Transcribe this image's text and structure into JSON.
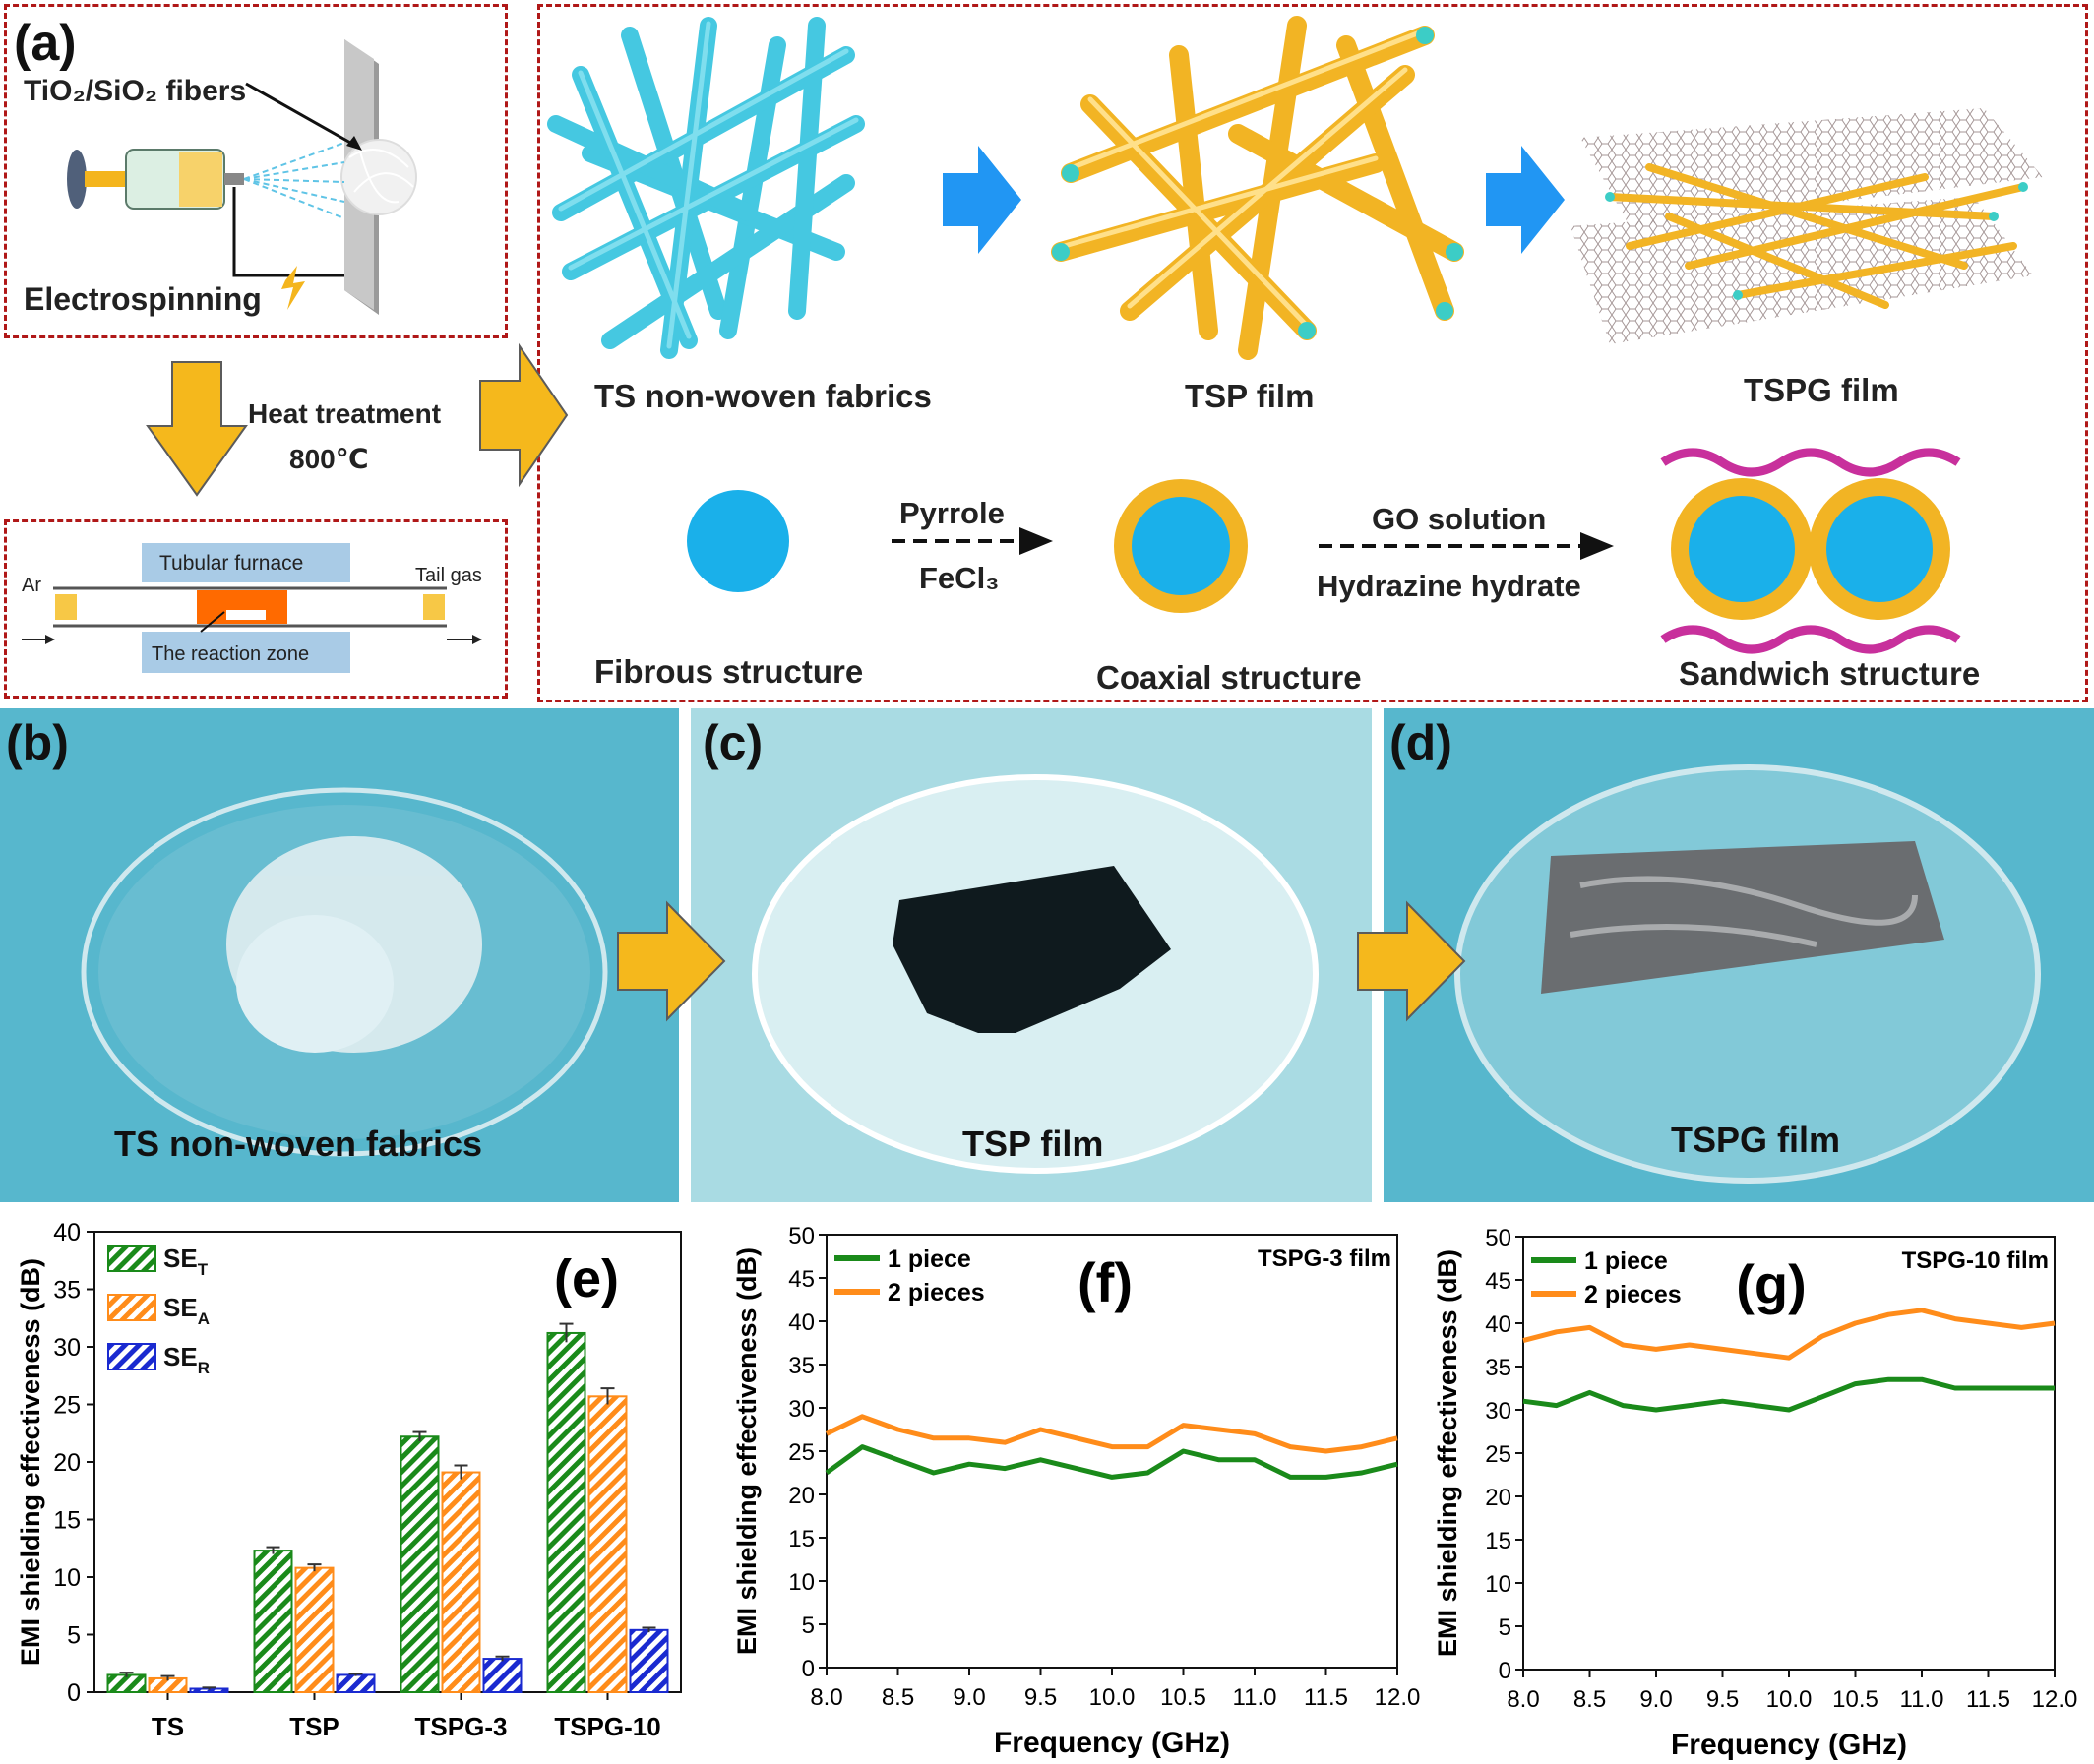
{
  "panel_a": {
    "label": "(a)",
    "fibers_label": "TiO₂/SiO₂ fibers",
    "electrospinning_label": "Electrospinning",
    "heat_treatment": "Heat treatment",
    "temperature": "800℃",
    "furnace": {
      "title": "Tubular furnace",
      "inlet": "Ar",
      "outlet": "Tail gas",
      "zone": "The reaction zone"
    },
    "stages": [
      "TS non-woven fabrics",
      "TSP film",
      "TSPG film"
    ],
    "structures": [
      "Fibrous structure",
      "Coaxial structure",
      "Sandwich structure"
    ],
    "step1": {
      "above": "Pyrrole",
      "below": "FeCl₃"
    },
    "step2": {
      "above": "GO solution",
      "below": "Hydrazine hydrate"
    }
  },
  "photos": [
    {
      "label": "(b)",
      "caption": "TS non-woven fabrics"
    },
    {
      "label": "(c)",
      "caption": "TSP film"
    },
    {
      "label": "(d)",
      "caption": "TSPG film"
    }
  ],
  "colors": {
    "dashed_border": "#b01818",
    "arrow_gold": "#f5b81c",
    "arrow_blue": "#2196f3",
    "fiber_cyan": "#3cc6e0",
    "fiber_gold": "#f2b424",
    "green": "#1a8a1a",
    "orange": "#ff8c1a",
    "blue": "#1a2ad0",
    "photo_bg": "#57b7cd"
  },
  "chart_data": [
    {
      "id": "e",
      "panel_label": "(e)",
      "type": "bar",
      "categories": [
        "TS",
        "TSP",
        "TSPG-3",
        "TSPG-10"
      ],
      "series": [
        {
          "name": "SE_T",
          "values": [
            1.5,
            12.3,
            22.2,
            31.2
          ],
          "errors": [
            0.2,
            0.3,
            0.4,
            0.8
          ],
          "color": "#1a8a1a"
        },
        {
          "name": "SE_A",
          "values": [
            1.2,
            10.8,
            19.1,
            25.7
          ],
          "errors": [
            0.2,
            0.3,
            0.6,
            0.7
          ],
          "color": "#ff8c1a"
        },
        {
          "name": "SE_R",
          "values": [
            0.3,
            1.5,
            2.9,
            5.4
          ],
          "errors": [
            0.1,
            0.1,
            0.2,
            0.2
          ],
          "color": "#1a2ad0"
        }
      ],
      "ylabel": "EMI shielding effectiveness (dB)",
      "ylim": [
        0,
        40
      ],
      "yticks": [
        0,
        5,
        10,
        15,
        20,
        25,
        30,
        35,
        40
      ],
      "legend_position": "top-left"
    },
    {
      "id": "f",
      "panel_label": "(f)",
      "type": "line",
      "annotation": "TSPG-3 film",
      "xlabel": "Frequency (GHz)",
      "ylabel": "EMI shielding effectiveness (dB)",
      "xlim": [
        8.0,
        12.0
      ],
      "ylim": [
        0,
        50
      ],
      "xticks": [
        "8.0",
        "8.5",
        "9.0",
        "9.5",
        "10.0",
        "10.5",
        "11.0",
        "11.5",
        "12.0"
      ],
      "yticks": [
        0,
        5,
        10,
        15,
        20,
        25,
        30,
        35,
        40,
        45,
        50
      ],
      "x": [
        8.0,
        8.25,
        8.5,
        8.75,
        9.0,
        9.25,
        9.5,
        9.75,
        10.0,
        10.25,
        10.5,
        10.75,
        11.0,
        11.25,
        11.5,
        11.75,
        12.0
      ],
      "series": [
        {
          "name": "1 piece",
          "color": "#1a8a1a",
          "values": [
            22.5,
            25.5,
            24.0,
            22.5,
            23.5,
            23.0,
            24.0,
            23.0,
            22.0,
            22.5,
            25.0,
            24.0,
            24.0,
            22.0,
            22.0,
            22.5,
            23.5
          ]
        },
        {
          "name": "2 pieces",
          "color": "#ff8c1a",
          "values": [
            27.0,
            29.0,
            27.5,
            26.5,
            26.5,
            26.0,
            27.5,
            26.5,
            25.5,
            25.5,
            28.0,
            27.5,
            27.0,
            25.5,
            25.0,
            25.5,
            26.5
          ]
        }
      ],
      "legend_position": "top-left"
    },
    {
      "id": "g",
      "panel_label": "(g)",
      "type": "line",
      "annotation": "TSPG-10 film",
      "xlabel": "Frequency (GHz)",
      "ylabel": "EMI shielding effectiveness (dB)",
      "xlim": [
        8.0,
        12.0
      ],
      "ylim": [
        0,
        50
      ],
      "xticks": [
        "8.0",
        "8.5",
        "9.0",
        "9.5",
        "10.0",
        "10.5",
        "11.0",
        "11.5",
        "12.0"
      ],
      "yticks": [
        0,
        5,
        10,
        15,
        20,
        25,
        30,
        35,
        40,
        45,
        50
      ],
      "x": [
        8.0,
        8.25,
        8.5,
        8.75,
        9.0,
        9.25,
        9.5,
        9.75,
        10.0,
        10.25,
        10.5,
        10.75,
        11.0,
        11.25,
        11.5,
        11.75,
        12.0
      ],
      "series": [
        {
          "name": "1 piece",
          "color": "#1a8a1a",
          "values": [
            31.0,
            30.5,
            32.0,
            30.5,
            30.0,
            30.5,
            31.0,
            30.5,
            30.0,
            31.5,
            33.0,
            33.5,
            33.5,
            32.5,
            32.5,
            32.5,
            32.5
          ]
        },
        {
          "name": "2 pieces",
          "color": "#ff8c1a",
          "values": [
            38.0,
            39.0,
            39.5,
            37.5,
            37.0,
            37.5,
            37.0,
            36.5,
            36.0,
            38.5,
            40.0,
            41.0,
            41.5,
            40.5,
            40.0,
            39.5,
            40.0
          ]
        }
      ],
      "legend_position": "top-left"
    }
  ]
}
